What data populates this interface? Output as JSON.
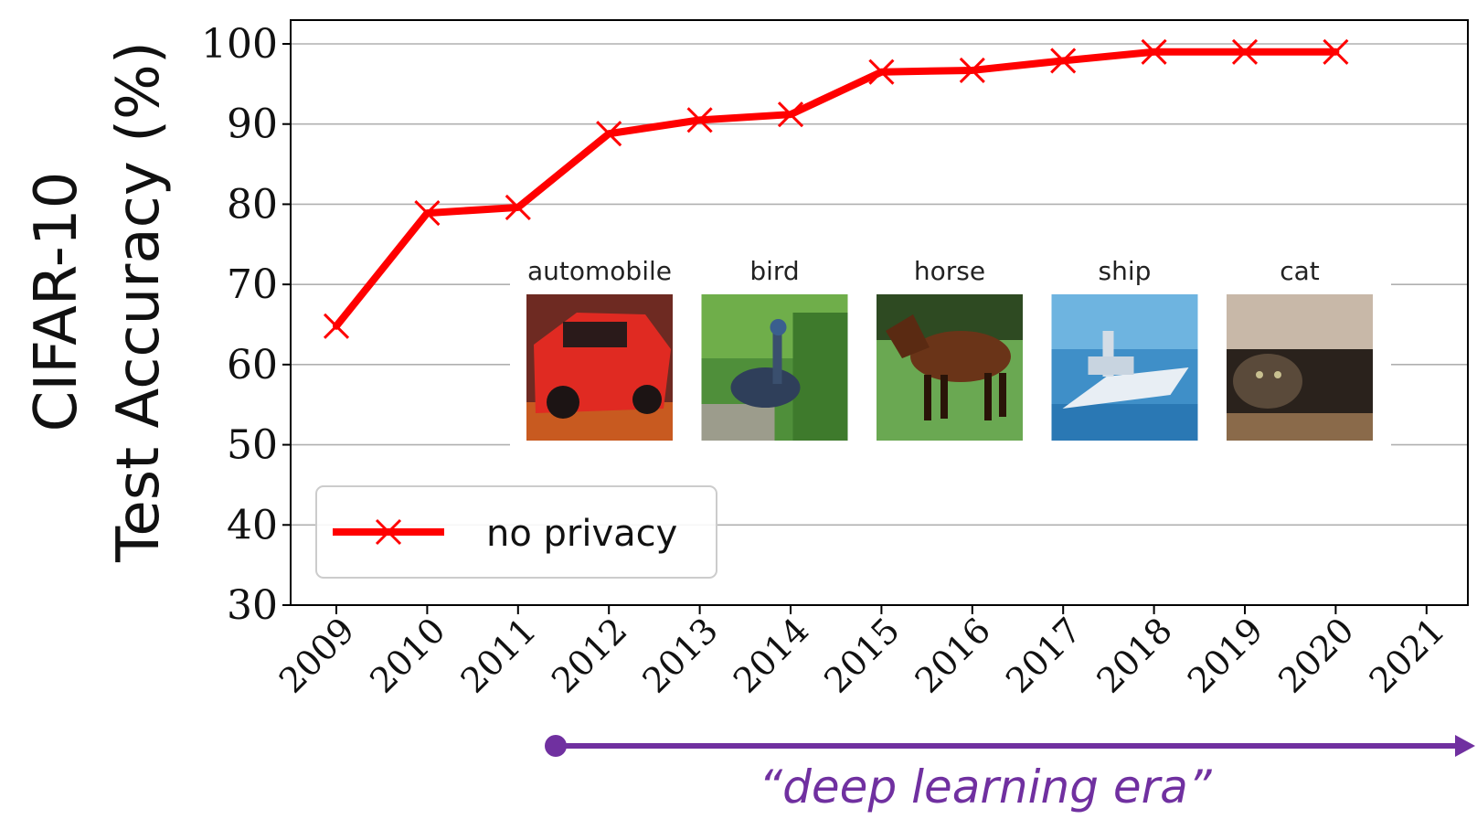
{
  "chart_data": {
    "type": "line",
    "x": [
      "2009",
      "2010",
      "2011",
      "2012",
      "2013",
      "2014",
      "2015",
      "2016",
      "2017",
      "2018",
      "2019",
      "2020"
    ],
    "categories": [
      "2009",
      "2010",
      "2011",
      "2012",
      "2013",
      "2014",
      "2015",
      "2016",
      "2017",
      "2018",
      "2019",
      "2020",
      "2021"
    ],
    "series": [
      {
        "name": "no privacy",
        "values": [
          64.8,
          78.9,
          79.6,
          88.8,
          90.5,
          91.2,
          96.5,
          96.7,
          97.9,
          99.0,
          99.0,
          99.0
        ],
        "color": "#ff0000",
        "marker": "x"
      }
    ],
    "title": "",
    "xlabel": "",
    "ylabel_line1": "CIFAR-10",
    "ylabel_line2": "Test Accuracy (%)",
    "ylim": [
      30,
      100
    ],
    "yticks": [
      "30",
      "40",
      "50",
      "60",
      "70",
      "80",
      "90",
      "100"
    ],
    "grid": "horizontal",
    "legend_placement": "lower-left",
    "inset_images": [
      "automobile",
      "bird",
      "horse",
      "ship",
      "cat"
    ],
    "annotation": {
      "text": "“deep learning era”",
      "start_year": "2011.5",
      "color": "#7030a0"
    }
  }
}
